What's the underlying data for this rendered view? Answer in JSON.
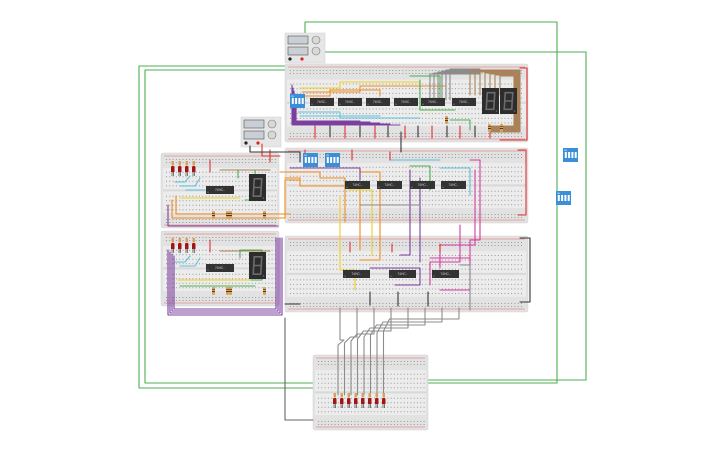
{
  "app": {
    "view": "circuit-editor-canvas"
  },
  "colors": {
    "wire_green": "#4caf50",
    "wire_purple": "#7b3fa0",
    "wire_orange": "#f08a1c",
    "wire_yellow": "#f0d020",
    "wire_cyan": "#5bc0de",
    "wire_magenta": "#d63aa0",
    "wire_gray": "#8c8c8c",
    "wire_brown": "#a9825a",
    "wire_red": "#e03030",
    "wire_black": "#333333",
    "breadboard": "#e2e2e2",
    "chip": "#333333",
    "dip_switch": "#3a8fd6",
    "led": "#a31515"
  },
  "power_supplies": [
    {
      "id": "psu-top",
      "channels": 2
    },
    {
      "id": "psu-left",
      "channels": 2
    }
  ],
  "breadboards": [
    {
      "id": "bb-top",
      "chips": [
        "74HC..",
        "74HC..",
        "74HC..",
        "74HC..",
        "74HC..",
        "74HC.."
      ],
      "seven_segment_digits": 2,
      "dip_switches": 1
    },
    {
      "id": "bb-middle",
      "chips": [
        "74HC..",
        "74HC..",
        "74HC..",
        "74HC.."
      ],
      "dip_switches": 2
    },
    {
      "id": "bb-lower",
      "chips": [
        "74HC..",
        "74HC..",
        "74HC.."
      ]
    },
    {
      "id": "bb-left-upper",
      "chips": [
        "74HC.."
      ],
      "seven_segment_digits": 1,
      "leds": 4
    },
    {
      "id": "bb-left-lower",
      "chips": [
        "74HC.."
      ],
      "seven_segment_digits": 1,
      "leds": 4
    },
    {
      "id": "bb-bottom",
      "leds": 8
    }
  ],
  "loose_dip_switches": 2,
  "dip_label": "ON"
}
